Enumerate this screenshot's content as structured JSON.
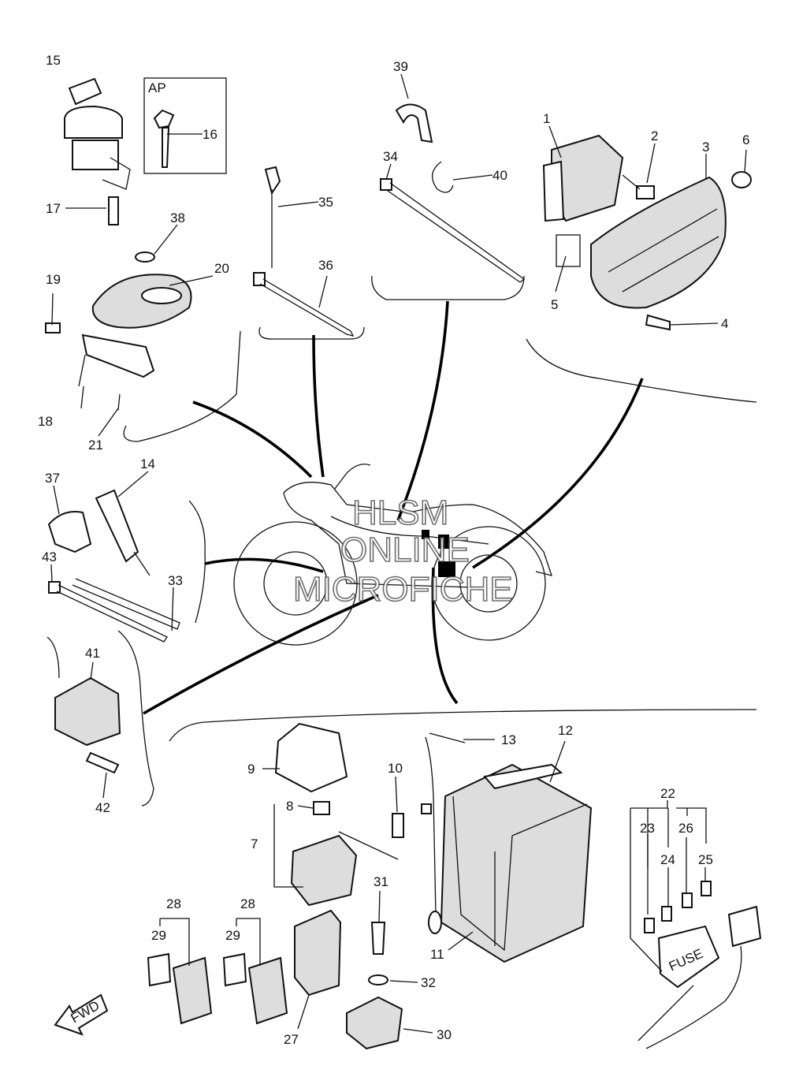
{
  "diagram": {
    "ap_box_label": "AP",
    "fuse_label": "FUSE",
    "fwd_label": "FWD",
    "watermark": [
      "HLSM",
      "ONLINE",
      "MICROFICHE"
    ],
    "callouts": {
      "c1": "1",
      "c2": "2",
      "c3": "3",
      "c4": "4",
      "c5": "5",
      "c6": "6",
      "c7": "7",
      "c8": "8",
      "c9": "9",
      "c10": "10",
      "c11": "11",
      "c12": "12",
      "c13": "13",
      "c14": "14",
      "c15": "15",
      "c16": "16",
      "c17": "17",
      "c18": "18",
      "c19": "19",
      "c20": "20",
      "c21": "21",
      "c22": "22",
      "c23": "23",
      "c24": "24",
      "c25": "25",
      "c26": "26",
      "c27": "27",
      "c28a": "28",
      "c28b": "28",
      "c29a": "29",
      "c29b": "29",
      "c30": "30",
      "c31": "31",
      "c32": "32",
      "c33": "33",
      "c34": "34",
      "c35": "35",
      "c36": "36",
      "c37": "37",
      "c38": "38",
      "c39": "39",
      "c40": "40",
      "c41": "41",
      "c42": "42",
      "c43": "43"
    }
  }
}
